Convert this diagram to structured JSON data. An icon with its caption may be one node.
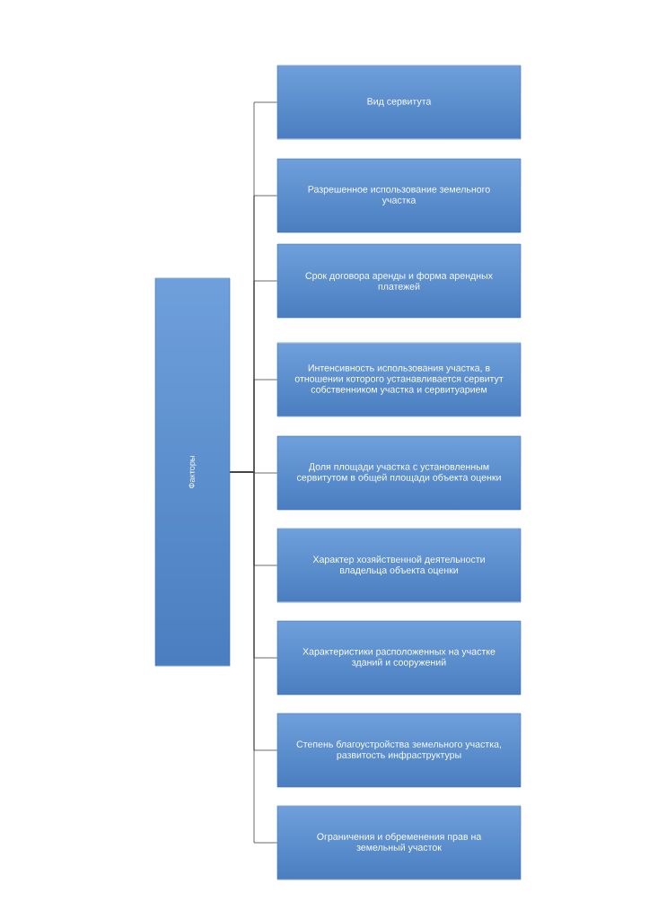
{
  "diagram": {
    "nodes": [
      {
        "text": [
          "Факторы"
        ]
      },
      {
        "text": [
          "Вид сервитута"
        ]
      },
      {
        "text": [
          "Разрешенное использование земельного участка"
        ]
      },
      {
        "text": [
          "Срок договора аренды и форма арендных платежей"
        ]
      },
      {
        "text": [
          "Интенсивность использования участка, в отношении которого устанавливается сервитут собственником участка и сервитуарием"
        ]
      },
      {
        "text": [
          "Доля площади участка с установленным сервитутом в общей площади объекта оценки"
        ]
      },
      {
        "text": [
          "Характер хозяйственной деятельности владельца объекта оценки"
        ]
      },
      {
        "text": [
          "Характеристики расположенных на участке зданий и сооружений"
        ]
      },
      {
        "text": [
          "Степень благоустройства земельного участка, развитость инфраструктуры"
        ]
      },
      {
        "text": [
          "Ограничения и обременения прав на земельный участок"
        ]
      }
    ],
    "edges": [
      {
        "from": 0,
        "to": 1,
        "arrow": "none"
      },
      {
        "from": 0,
        "to": 2,
        "arrow": "none"
      },
      {
        "from": 0,
        "to": 3,
        "arrow": "none"
      },
      {
        "from": 0,
        "to": 4,
        "arrow": "none"
      },
      {
        "from": 0,
        "to": 5,
        "arrow": "none"
      },
      {
        "from": 0,
        "to": 6,
        "arrow": "none"
      },
      {
        "from": 0,
        "to": 7,
        "arrow": "none"
      },
      {
        "from": 0,
        "to": 8,
        "arrow": "none"
      },
      {
        "from": 0,
        "to": 9,
        "arrow": "none"
      }
    ]
  }
}
